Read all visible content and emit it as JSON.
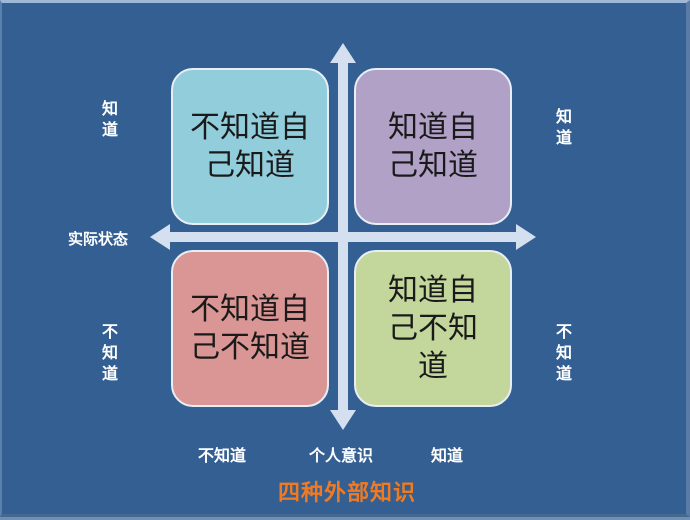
{
  "diagram": {
    "title": "四种外部知识",
    "axes": {
      "horizontal_label": "实际状态",
      "vertical_label": "个人意识",
      "bottom_left": "不知道",
      "bottom_right": "知道",
      "left_top": "知道",
      "left_bottom": "不知道",
      "right_top": "知道",
      "right_bottom": "不知道"
    },
    "quadrants": [
      {
        "position": "top-left",
        "text": "不知道自己知道",
        "color": "#92cddc"
      },
      {
        "position": "top-right",
        "text": "知道自己知道",
        "color": "#b2a1c7"
      },
      {
        "position": "bottom-left",
        "text": "不知道自己不知道",
        "color": "#d99694"
      },
      {
        "position": "bottom-right",
        "text": "知道自己不知道",
        "color": "#c3d69b"
      }
    ],
    "colors": {
      "background": "#335f92",
      "arrow": "#d4dff0",
      "title": "#f07a22",
      "label": "#ffffff"
    }
  }
}
